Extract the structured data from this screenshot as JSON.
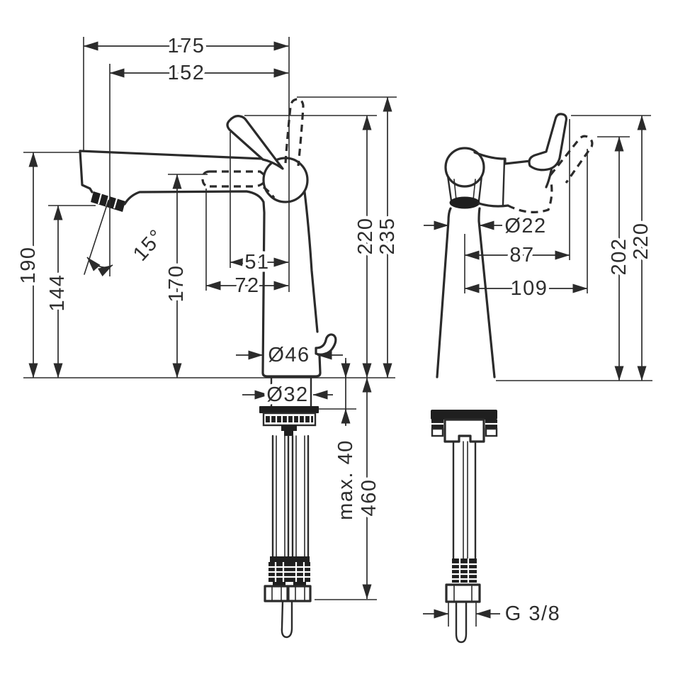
{
  "drawing": {
    "colors": {
      "line": "#2b2b2b",
      "text": "#2e2e2e",
      "background": "#ffffff"
    }
  },
  "labels": {
    "left": {
      "d175": "175",
      "d152": "152",
      "d190": "190",
      "d144": "144",
      "angle15": "15°",
      "d170": "170",
      "d51": "51",
      "d72": "72",
      "d220": "220",
      "d235": "235",
      "dia46": "Ø46",
      "dia32": "Ø32",
      "max40": "max. 40",
      "d460": "460"
    },
    "right": {
      "dia22": "Ø22",
      "d87": "87",
      "d109": "109",
      "d202": "202",
      "d220": "220",
      "thread": "G 3/8"
    }
  }
}
